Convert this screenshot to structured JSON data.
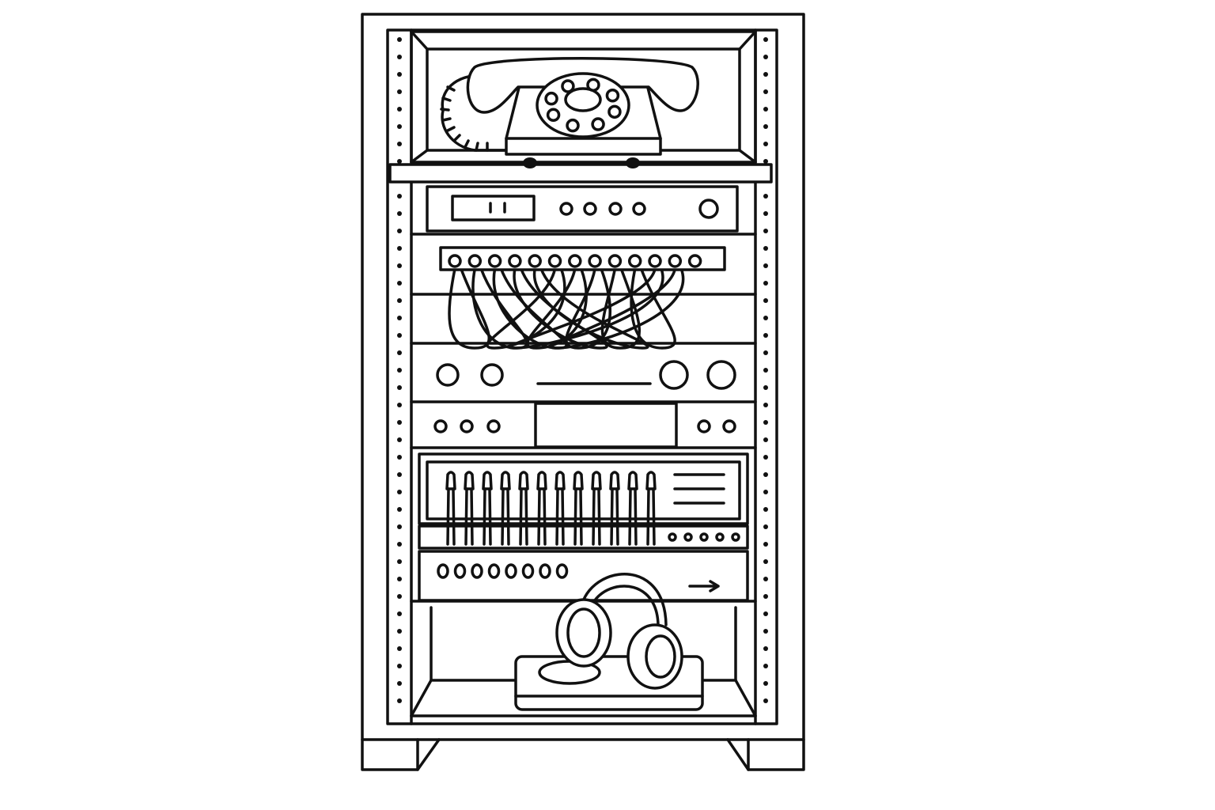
{
  "illustration": {
    "subject": "server-rack",
    "stroke_color": "#111111",
    "background_color": "#ffffff",
    "patch_ports": 13,
    "switch_cables": 12,
    "front_panel_leds": 8
  }
}
